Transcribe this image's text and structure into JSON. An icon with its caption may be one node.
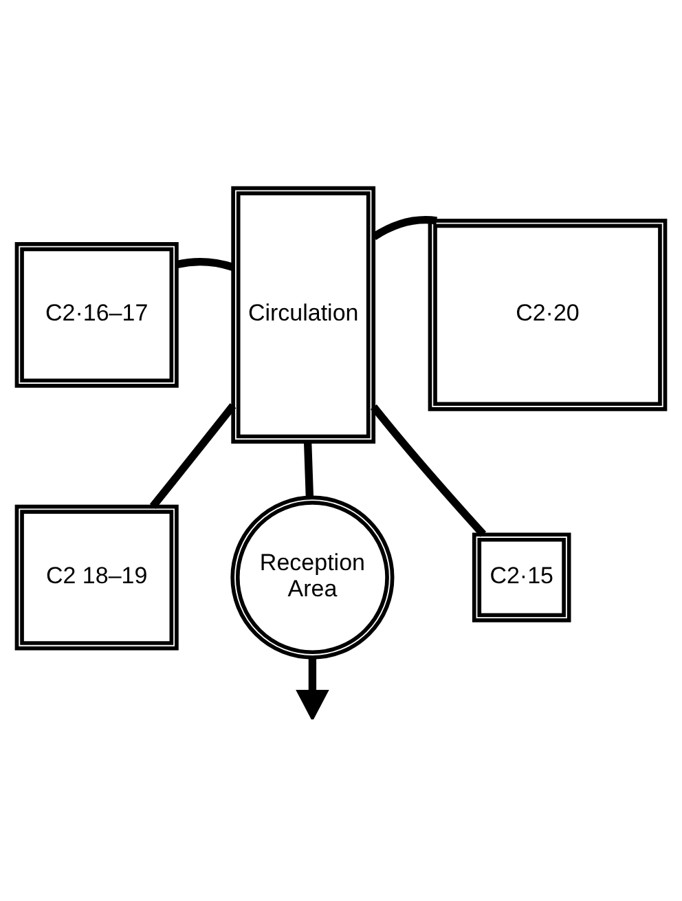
{
  "diagram": {
    "nodes": [
      {
        "text": [
          "C2·16–17"
        ]
      },
      {
        "text": [
          "Circulation"
        ]
      },
      {
        "text": [
          "C2·20"
        ]
      },
      {
        "text": [
          "C2 18–19"
        ]
      },
      {
        "text": [
          "C2·15"
        ]
      },
      {
        "text": [
          "Reception Area"
        ]
      }
    ],
    "edges": [
      {
        "from": 0,
        "to": 1,
        "arrow": "none"
      },
      {
        "from": 1,
        "to": 2,
        "arrow": "none"
      },
      {
        "from": 3,
        "to": 1,
        "arrow": "none"
      },
      {
        "from": 1,
        "to": 4,
        "arrow": "none"
      },
      {
        "from": 1,
        "to": 5,
        "arrow": "none"
      },
      {
        "from": 5,
        "to": null,
        "arrow": "to"
      }
    ]
  }
}
